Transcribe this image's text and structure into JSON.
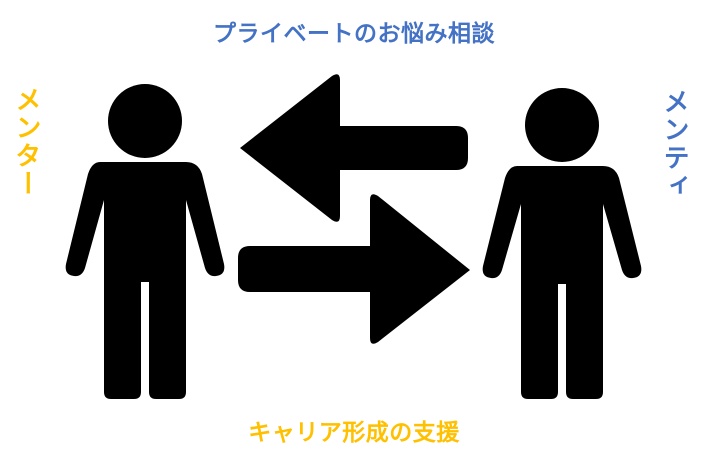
{
  "diagram": {
    "top_label": "プライベートのお悩み相談",
    "bottom_label": "キャリア形成の支援",
    "mentor_label": "メンター",
    "mentee_label": "メンティ",
    "colors": {
      "top_label": "#4472c4",
      "bottom_label": "#ffc000",
      "mentor_label": "#ffc000",
      "mentee_label": "#4472c4",
      "shapes": "#000000"
    },
    "icons": [
      "person-icon",
      "person-icon",
      "arrow-left-icon",
      "arrow-right-icon"
    ]
  }
}
